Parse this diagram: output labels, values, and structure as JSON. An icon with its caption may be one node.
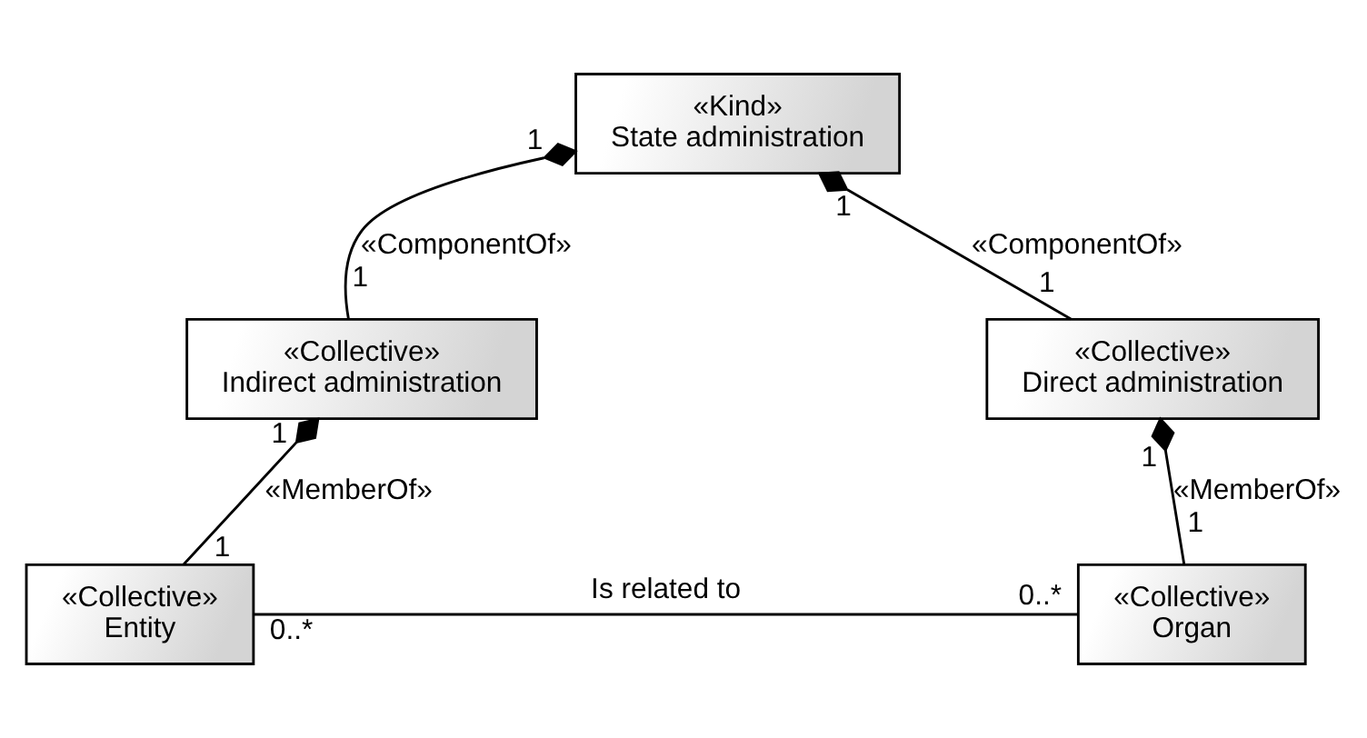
{
  "diagram": {
    "nodes": [
      {
        "text": [
          "«Kind»",
          "State administration"
        ]
      },
      {
        "text": [
          "«Collective»",
          "Indirect administration"
        ]
      },
      {
        "text": [
          "«Collective»",
          "Direct administration"
        ]
      },
      {
        "text": [
          "«Collective»",
          "Entity"
        ]
      },
      {
        "text": [
          "«Collective»",
          "Organ"
        ]
      }
    ],
    "edges": [
      {
        "from": 0,
        "to": 1,
        "arrow": "other",
        "label": "«ComponentOf»"
      },
      {
        "from": 0,
        "to": 2,
        "arrow": "other",
        "label": "«ComponentOf»"
      },
      {
        "from": 1,
        "to": 3,
        "arrow": "other",
        "label": "«MemberOf»"
      },
      {
        "from": 2,
        "to": 4,
        "arrow": "other",
        "label": "«MemberOf»"
      },
      {
        "from": 3,
        "to": 4,
        "arrow": "none",
        "label": "Is related to"
      }
    ],
    "labels": [
      "1",
      "1",
      "1",
      "1",
      "1",
      "1",
      "1",
      "1",
      "0..*",
      "0..*"
    ]
  }
}
